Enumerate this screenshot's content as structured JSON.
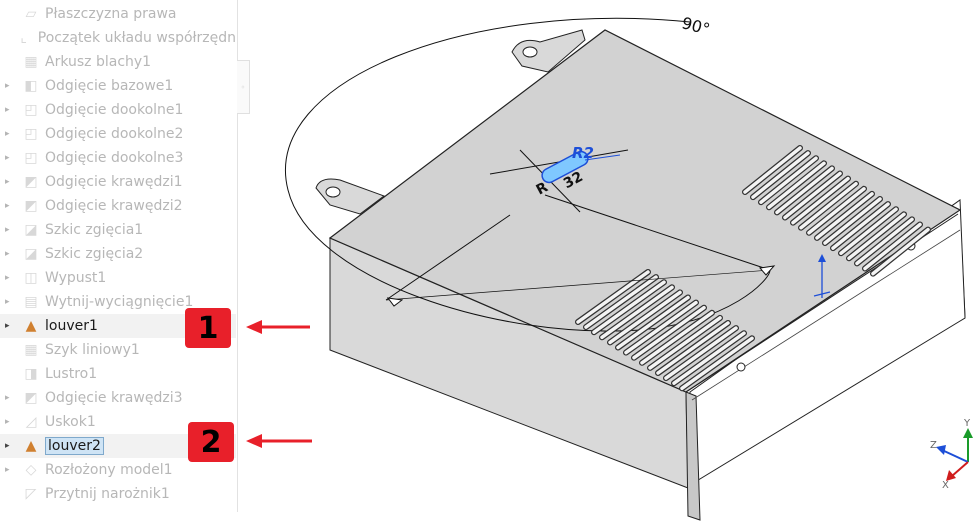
{
  "tree": {
    "items": [
      {
        "label": "Płaszczyzna prawa",
        "icon": "plane-icon",
        "expandable": false,
        "active": false
      },
      {
        "label": "Początek układu współrzędn",
        "icon": "origin-icon",
        "expandable": false,
        "active": false
      },
      {
        "label": "Arkusz blachy1",
        "icon": "sheet-metal-icon",
        "expandable": false,
        "active": false
      },
      {
        "label": "Odgięcie bazowe1",
        "icon": "base-flange-icon",
        "expandable": true,
        "active": false
      },
      {
        "label": "Odgięcie dookolne1",
        "icon": "edge-flange-icon",
        "expandable": true,
        "active": false
      },
      {
        "label": "Odgięcie dookolne2",
        "icon": "edge-flange-icon",
        "expandable": true,
        "active": false
      },
      {
        "label": "Odgięcie dookolne3",
        "icon": "edge-flange-icon",
        "expandable": true,
        "active": false
      },
      {
        "label": "Odgięcie krawędzi1",
        "icon": "hem-icon",
        "expandable": true,
        "active": false
      },
      {
        "label": "Odgięcie krawędzi2",
        "icon": "hem-icon",
        "expandable": true,
        "active": false
      },
      {
        "label": "Szkic zgięcia1",
        "icon": "sketched-bend-icon",
        "expandable": true,
        "active": false
      },
      {
        "label": "Szkic zgięcia2",
        "icon": "sketched-bend-icon",
        "expandable": true,
        "active": false
      },
      {
        "label": "Wypust1",
        "icon": "tab-icon",
        "expandable": true,
        "active": false
      },
      {
        "label": "Wytnij-wyciągnięcie1",
        "icon": "extruded-cut-icon",
        "expandable": true,
        "active": false
      },
      {
        "label": "louver1",
        "icon": "louver-icon",
        "expandable": true,
        "active": true,
        "highlight": true
      },
      {
        "label": "Szyk liniowy1",
        "icon": "linear-pattern-icon",
        "expandable": false,
        "active": false
      },
      {
        "label": "Lustro1",
        "icon": "mirror-icon",
        "expandable": false,
        "active": false
      },
      {
        "label": "Odgięcie krawędzi3",
        "icon": "hem-icon",
        "expandable": true,
        "active": false
      },
      {
        "label": "Uskok1",
        "icon": "jog-icon",
        "expandable": true,
        "active": false
      },
      {
        "label": "louver2",
        "icon": "louver-icon",
        "expandable": true,
        "active": true,
        "selected": true,
        "highlight": true
      },
      {
        "label": "Rozłożony model1",
        "icon": "flat-pattern-icon",
        "expandable": true,
        "active": false
      },
      {
        "label": "Przytnij narożnik1",
        "icon": "corner-trim-icon",
        "expandable": false,
        "active": false
      }
    ]
  },
  "callouts": [
    {
      "label": "1",
      "row": 13,
      "color": "#e8202a"
    },
    {
      "label": "2",
      "row": 18,
      "color": "#e8202a"
    }
  ],
  "viewport": {
    "angle_label": "90°",
    "radius_label": "R2",
    "dimension_label": "32",
    "dimension_prefix": "R",
    "triad": {
      "x": "X",
      "y": "Y",
      "z": "Z"
    }
  },
  "colors": {
    "callout": "#e8202a",
    "selection": "#cfe4f5",
    "accent_blue": "#1d4fd8"
  }
}
